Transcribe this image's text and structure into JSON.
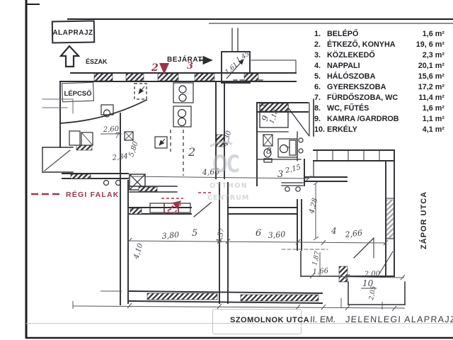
{
  "colors": {
    "ink": "#2c2c31",
    "pencil": "#41414a",
    "red_annotation": "#a0334a",
    "watermark": "#b5b8ba",
    "paper": "#ffffff"
  },
  "titles": {
    "plan_box": "ALAPRAJZ",
    "north": "ÉSZAK",
    "stairs": "LÉPCSŐ",
    "entrance": "BEJÁRAT"
  },
  "legend": {
    "rows": [
      {
        "num": "1.",
        "name": "BELÉPŐ",
        "area": "1,6 m²"
      },
      {
        "num": "2.",
        "name": "ÉTKEZŐ, KONYHA",
        "area": "19, 6 m²"
      },
      {
        "num": "3.",
        "name": "KÖZLEKEDŐ",
        "area": "2,3 m²"
      },
      {
        "num": "4.",
        "name": "NAPPALI",
        "area": "20,1 m²"
      },
      {
        "num": "5.",
        "name": "HÁLÓSZOBA",
        "area": "15,6 m²"
      },
      {
        "num": "6.",
        "name": "GYEREKSZOBA",
        "area": "17,2 m²"
      },
      {
        "num": "7.",
        "name": "FÜRDŐSZOBA, WC",
        "area": "11,4 m²"
      },
      {
        "num": "8.",
        "name": "WC, FŰTÉS",
        "area": "1,6 m²"
      },
      {
        "num": "9.",
        "name": "KAMRA /GARDROB",
        "area": "1,1 m²"
      },
      {
        "num": "10.",
        "name": "ERKÉLY",
        "area": "4,1 m²"
      }
    ]
  },
  "red_notes": {
    "mark_2": "2",
    "mark_3": "3",
    "old_walls": "RÉGI FALAK"
  },
  "watermark": {
    "monogram": "OC",
    "line1": "OTTHON",
    "line2": "CENTRUM"
  },
  "streets": {
    "bottom": "SZOMOLNOK UTCA",
    "right": "ZÁPOR UTCA"
  },
  "footer": {
    "floor": "II. EM.",
    "note": "JELENLEGI ALAPRAJZ"
  },
  "room_labels": {
    "r1": "1",
    "r2": "2",
    "r3": "3",
    "r4": "4",
    "r5": "5",
    "r6": "6",
    "r7": "7",
    "r8": "8",
    "r9": "9",
    "r10": "10"
  },
  "dims": {
    "hall_length": "4,65",
    "kitchen_depth": "4,30",
    "room5_width": "3,80",
    "room5_depth": "4,10",
    "room56_wall": "4,37",
    "room6_width": "3,60",
    "room4_depth": "4,28",
    "room4_width": "2,66",
    "nook_depth": "1,87",
    "nook_width": "1,66",
    "balcony_width": "2,00",
    "balcony_depth": "2,05",
    "bath_width": "2,60",
    "bath_inner": "2,34",
    "stair_wall": "5,80",
    "hallway": "2,15",
    "pantry_depth": "1,18",
    "pantry_width": "1,6",
    "entry_a": "1,45",
    "entry_b": "1,61"
  }
}
